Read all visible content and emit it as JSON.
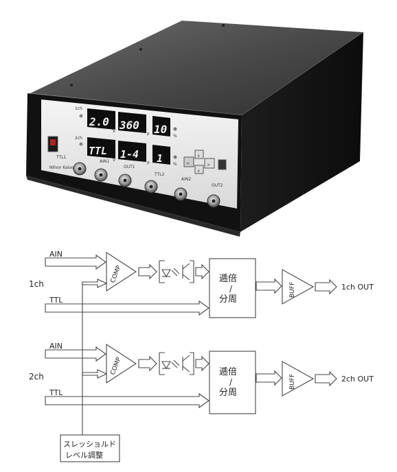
{
  "device": {
    "brand": "Nihon Kaiso",
    "ch1_label": "1ch",
    "ch2_label": "2ch",
    "display1": "2.0",
    "display2": "360",
    "display3": "10",
    "display4": "TTL",
    "display5": "1-4",
    "display6": "1",
    "unit_v1": "V",
    "unit_p1": "P",
    "unit_pct1": "%",
    "unit_v2": "V",
    "unit_p2": "P",
    "unit_pct2": "%",
    "connectors": [
      "TTL1",
      "AIN1",
      "OUT1",
      "TTL2",
      "AIN2",
      "OUT2"
    ],
    "nav_keys": {
      "up": "∧",
      "down": "∨",
      "left": "<",
      "right": ">"
    }
  },
  "diagram": {
    "ch1": {
      "channel": "1ch",
      "ain": "AIN",
      "ttl": "TTL",
      "comp": "COMP",
      "divider_top": "逓倍",
      "divider_sep": "/",
      "divider_bottom": "分周",
      "buff": "BUFF",
      "out": "1ch OUT"
    },
    "ch2": {
      "channel": "2ch",
      "ain": "AIN",
      "ttl": "TTL",
      "comp": "COMP",
      "divider_top": "逓倍",
      "divider_sep": "/",
      "divider_bottom": "分周",
      "buff": "BUFF",
      "out": "2ch OUT"
    },
    "threshold": {
      "line1": "スレッショルド",
      "line2": "レベル調整"
    }
  }
}
